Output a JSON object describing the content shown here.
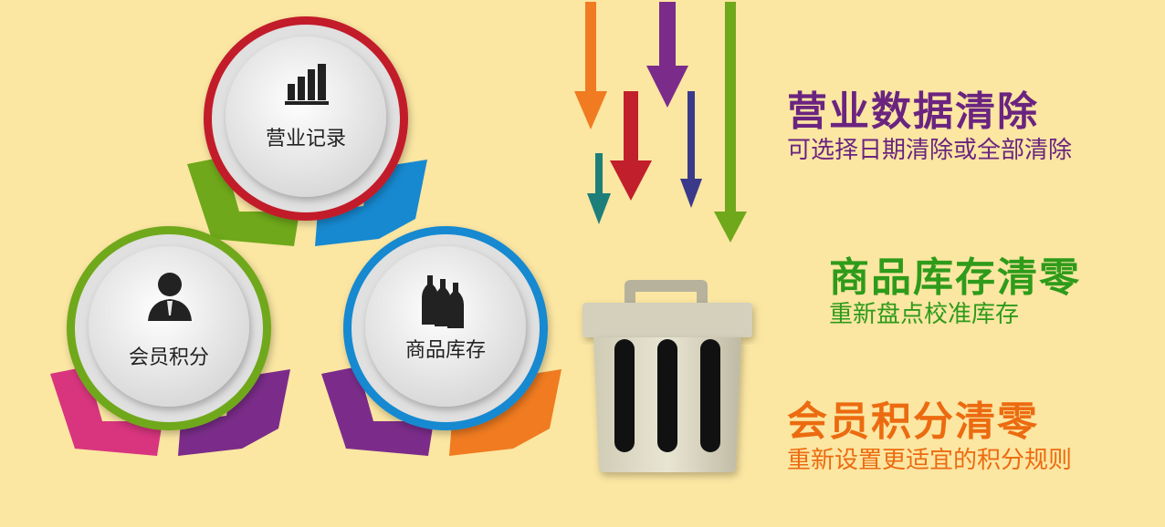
{
  "colors": {
    "background": "#fbe6a2",
    "red": "#c21f2c",
    "green": "#6fa81a",
    "blue": "#1789d0",
    "purple": "#7b2c8a",
    "magenta": "#d8357e",
    "orange": "#f07b20",
    "heading_purple": "#6a2480",
    "heading_green": "#2e9b1a",
    "heading_orange": "#ec6b10"
  },
  "circles": {
    "sales": {
      "label": "营业记录",
      "icon": "bar-chart-icon"
    },
    "member": {
      "label": "会员积分",
      "icon": "person-icon"
    },
    "inventory": {
      "label": "商品库存",
      "icon": "bottles-icon"
    }
  },
  "sections": [
    {
      "title": "营业数据清除",
      "subtitle": "可选择日期清除或全部清除"
    },
    {
      "title": "商品库存清零",
      "subtitle": "重新盘点校准库存"
    },
    {
      "title": "会员积分清零",
      "subtitle": "重新设置更适宜的积分规则"
    }
  ],
  "trash_icon": "trash-can-icon"
}
